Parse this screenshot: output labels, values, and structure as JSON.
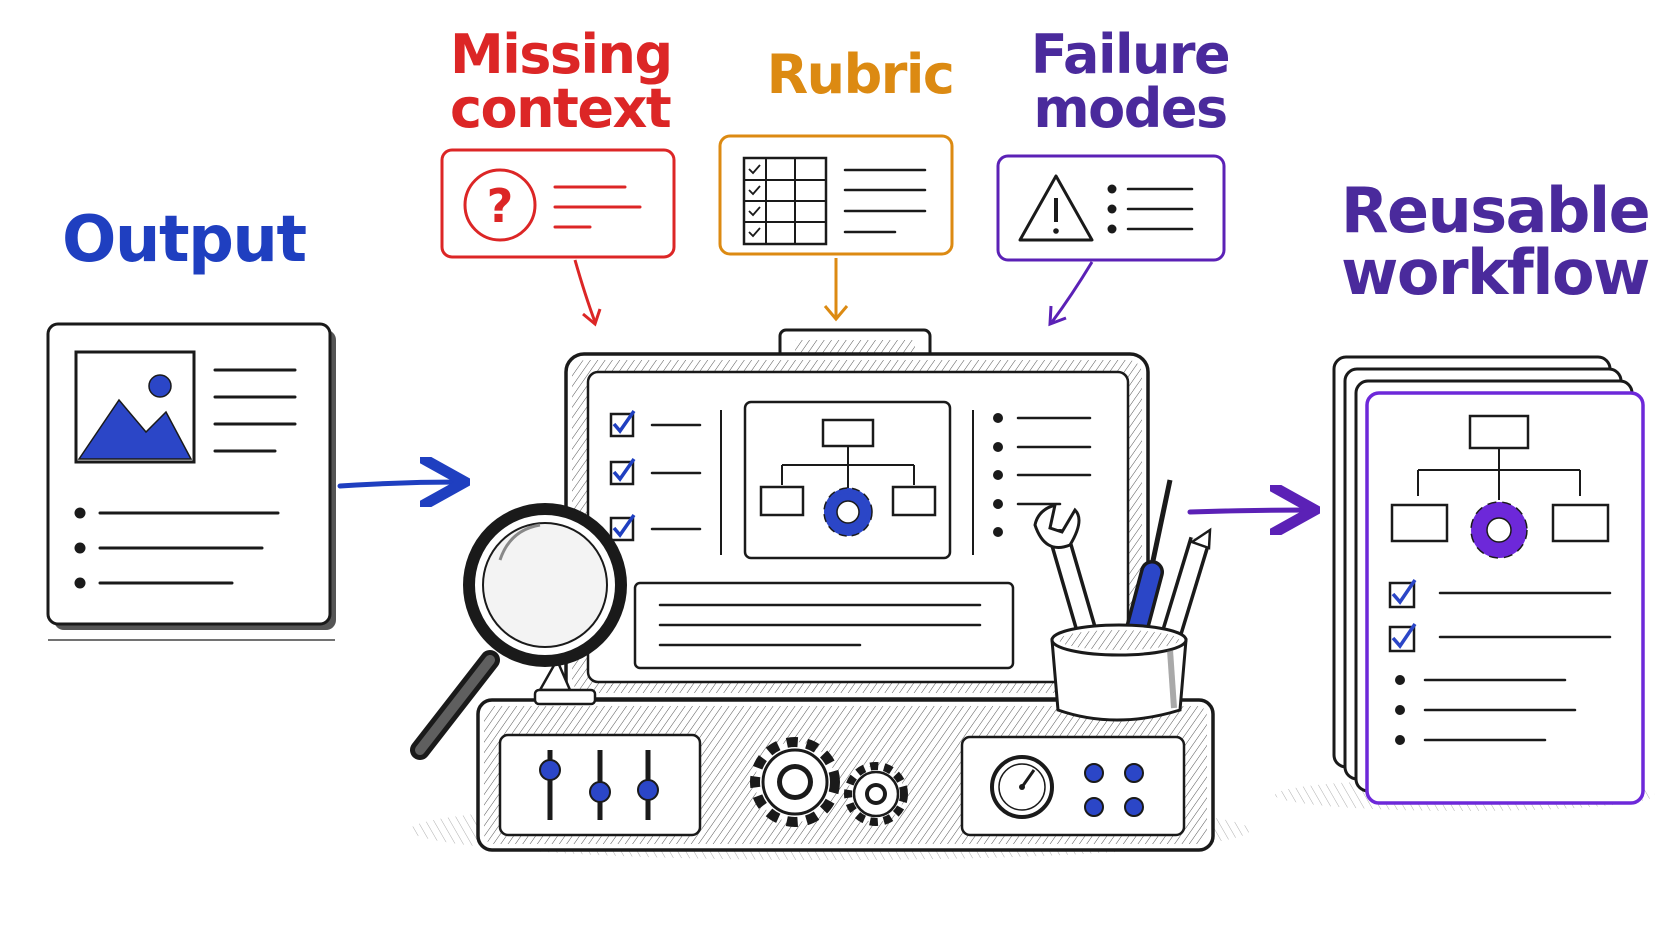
{
  "labels": {
    "output": "Output",
    "missing_context": [
      "Missing",
      "context"
    ],
    "rubric": "Rubric",
    "failure_modes": [
      "Failure",
      "modes"
    ],
    "reusable_workflow": [
      "Reusable",
      "workflow"
    ]
  },
  "colors": {
    "ink": "#1a1a1a",
    "output_blue": "#1f3fc0",
    "missing_red": "#dc2626",
    "rubric_orange": "#dc8a12",
    "failure_purple": "#4a2a9c",
    "reusable_purple": "#6d28d9"
  },
  "icons": [
    "image-icon",
    "question-icon",
    "table-check-icon",
    "warning-icon",
    "magnifier-icon",
    "wrench-icon",
    "screwdriver-icon",
    "pencil-icon",
    "gear-icon",
    "gauge-icon",
    "slider-icon",
    "flowchart-icon",
    "checkbox-icon"
  ]
}
